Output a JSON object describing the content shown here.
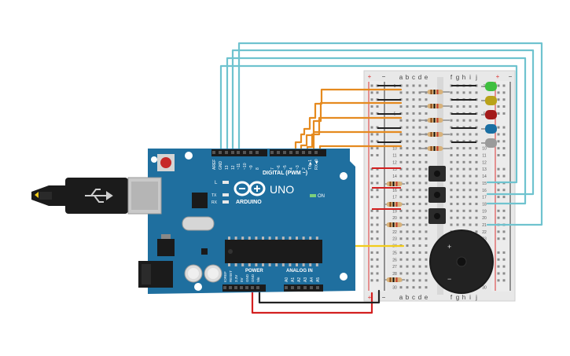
{
  "arduino": {
    "brand": "ARDUINO",
    "model": "UNO",
    "digital_label": "DIGITAL (PWM ~)",
    "analog_label": "ANALOG IN",
    "power_label": "POWER",
    "on_label": "ON",
    "led_l": "L",
    "led_tx": "TX",
    "led_rx": "RX",
    "digital_pins": [
      "AREF",
      "GND",
      "13",
      "12",
      "~11",
      "~10",
      "~9",
      "8",
      "7",
      "~6",
      "~5",
      "4",
      "~3",
      "2",
      "TX▶1",
      "RX◀0"
    ],
    "power_pins": [
      "IOREF",
      "RESET",
      "3.3V",
      "5V",
      "GND",
      "GND",
      "Vin"
    ],
    "analog_pins": [
      "A0",
      "A1",
      "A2",
      "A3",
      "A4",
      "A5"
    ]
  },
  "breadboard": {
    "columns_left": [
      "a",
      "b",
      "c",
      "d",
      "e"
    ],
    "columns_right": [
      "f",
      "g",
      "h",
      "i",
      "j"
    ],
    "rail_plus": "+",
    "rail_minus": "−",
    "row_numbers": [
      "1",
      "5",
      "10",
      "11",
      "12",
      "13",
      "14",
      "15",
      "16",
      "17",
      "18",
      "19",
      "20",
      "21",
      "22",
      "23",
      "24",
      "25",
      "26",
      "27",
      "28",
      "29",
      "30"
    ]
  },
  "components": {
    "leds": [
      "green",
      "yellow",
      "red",
      "blue",
      "white"
    ],
    "buzzer_plus": "+",
    "buzzer_minus": "−"
  },
  "colors": {
    "board_blue": "#1f6f9f",
    "wire_cyan": "#6fc3cf",
    "wire_orange": "#e58a1f",
    "wire_yellow": "#f2cc1a",
    "wire_red": "#d32020",
    "wire_black": "#222222"
  }
}
